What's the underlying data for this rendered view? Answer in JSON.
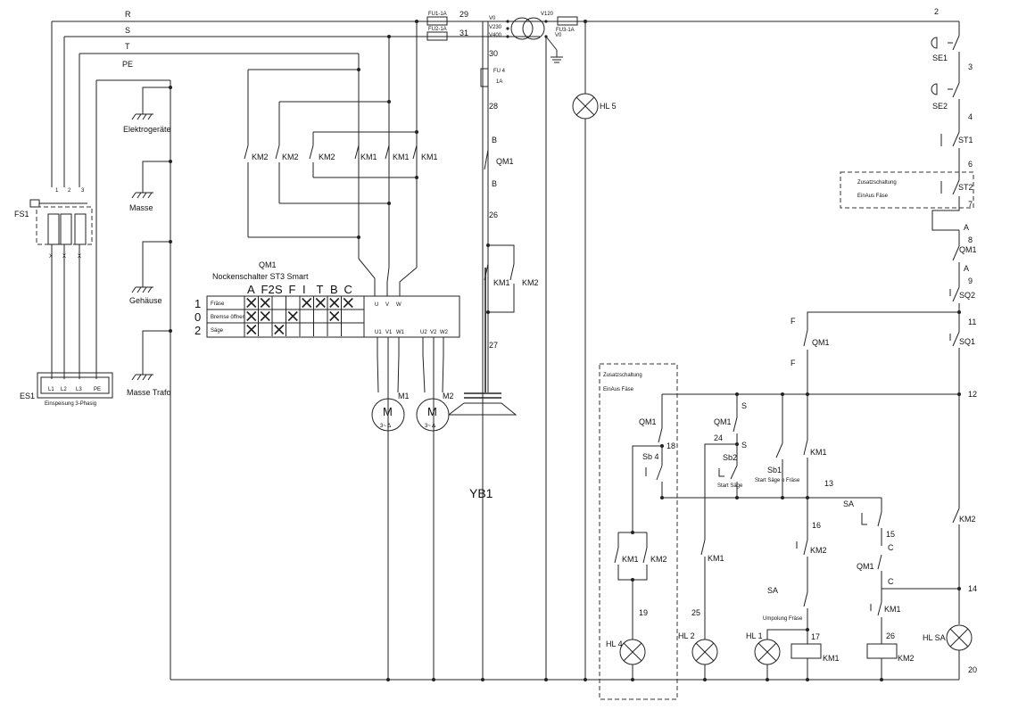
{
  "diagram": {
    "lines": {
      "r": "R",
      "s": "S",
      "t": "T",
      "pe": "PE"
    },
    "wires_top": {
      "w29": "29",
      "w31": "31",
      "w30": "30",
      "w28": "28",
      "w26": "26",
      "w27": "27",
      "w2": "2",
      "w3": "3",
      "w4": "4",
      "w6": "6",
      "w7": "7",
      "w8": "8",
      "w9": "9",
      "w11": "11",
      "w12": "12",
      "w13": "13",
      "w14": "14",
      "w15": "15",
      "w16": "16",
      "w17": "17",
      "w18": "18",
      "w19": "19",
      "w20": "20",
      "w24": "24",
      "w25": "25",
      "w26b": "26"
    },
    "fuses": {
      "fu1": "FU1-1A",
      "fu2": "FU2-1A",
      "fu3": "FU3-1A",
      "fu4": "FU 4",
      "fu4_rating": "1A"
    },
    "transformer": {
      "v0": "V0",
      "v230": "V230",
      "v400": "V400",
      "v120": "V120",
      "v0b": "V0"
    },
    "ground_labels": {
      "g1": "Elektrogeräte",
      "g2": "Masse",
      "g3": "Gehäuse",
      "g4": "Masse Trafo"
    },
    "contactors": {
      "km1": "KM1",
      "km2": "KM2"
    },
    "switch_labels": {
      "qm1": "QM1",
      "b": "B",
      "a": "A",
      "f": "F",
      "s": "S",
      "c": "C",
      "sa": "SA"
    },
    "cam_switch": {
      "title1": "QM1",
      "title2": "Nockenschalter ST3 Smart",
      "cols": [
        "A",
        "F2",
        "S",
        "F",
        "I",
        "T",
        "B",
        "C"
      ],
      "rows": [
        {
          "num": "1",
          "label": "Fräse",
          "marks": [
            1,
            1,
            0,
            0,
            1,
            1,
            1,
            1
          ]
        },
        {
          "num": "0",
          "label": "Bremse öffnen",
          "marks": [
            1,
            1,
            0,
            1,
            0,
            0,
            1,
            0
          ]
        },
        {
          "num": "2",
          "label": "Säge",
          "marks": [
            1,
            0,
            1,
            0,
            0,
            0,
            0,
            0
          ]
        }
      ],
      "terms_top": [
        "U",
        "V",
        "W"
      ],
      "terms_bot": [
        "U1",
        "V1",
        "W1",
        "U2",
        "V2",
        "W2"
      ]
    },
    "motors": {
      "m1": "M1",
      "m2": "M2",
      "m_symbol": "M",
      "m_phase": "3~ Δ"
    },
    "brake": "YB1",
    "feed": {
      "fs1": "FS1",
      "es1": "ES1",
      "caption": "Einspeisung 3-Phasig",
      "t1": "L1",
      "t2": "L2",
      "t3": "L3",
      "t4": "PE",
      "p1": "1",
      "p2": "2",
      "p3": "3",
      "x": "X"
    },
    "control": {
      "se1": "SE1",
      "se2": "SE2",
      "st1": "ST1",
      "st2": "ST2",
      "zusatz1": "Zusatzschaltung",
      "zusatz2": "EinAus Fäse",
      "zusatz3": "Zusatzschaltung",
      "zusatz4": "EinAus Fäse",
      "sq1": "SQ1",
      "sq2": "SQ2",
      "sb1": "Sb1",
      "sb2": "Sb2",
      "sb4": "Sb 4",
      "start_sage": "Start Säge",
      "start_sage_fraese": "Start Säge o Fräse",
      "umpolung": "Umpolung Fräse"
    },
    "lamps": {
      "hl1": "HL 1",
      "hl2": "HL 2",
      "hl4": "HL 4",
      "hl5": "HL 5",
      "hlsa": "HL SA"
    }
  }
}
